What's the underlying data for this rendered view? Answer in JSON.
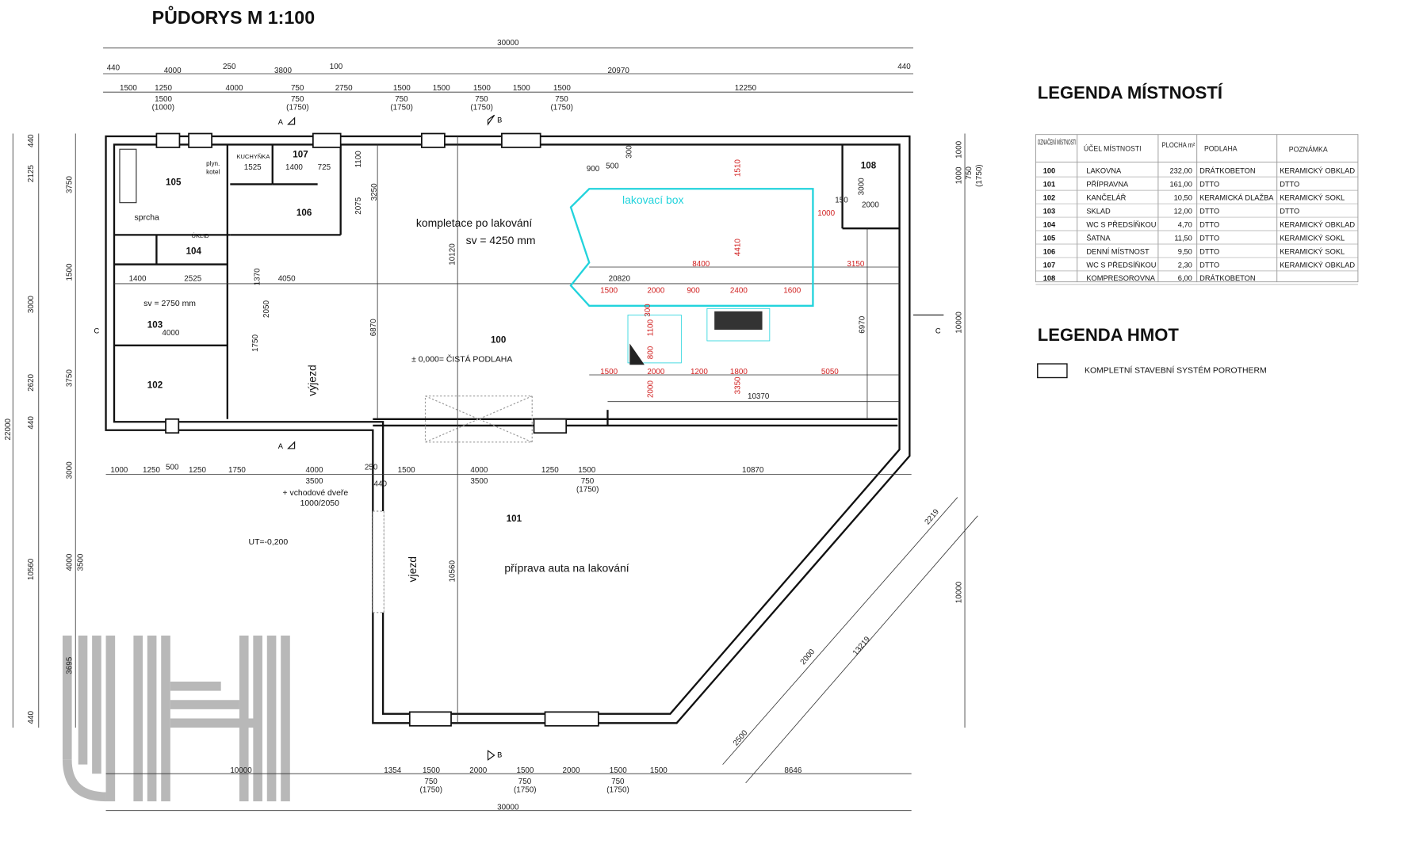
{
  "title": "PŮDORYS  M 1:100",
  "rooms": {
    "r100": "100",
    "r101": "101",
    "r102": "102",
    "r103": "103",
    "r104": "104",
    "r105": "105",
    "r106": "106",
    "r107": "107",
    "r108": "108",
    "kompletace": "kompletace po lakování",
    "sv100": "sv = 4250 mm",
    "sv103": "sv = 2750 mm",
    "lakovaci_box": "lakovací box",
    "cista_podlaha": "± 0,000= ČISTÁ PODLAHA",
    "vyjezd1": "výjezd",
    "vyjezd2": "vjezd",
    "priprava": "příprava auta na lakování",
    "ut": "UT=-0,200",
    "vchodove": "+ vchodové dveře",
    "vchodove_size": "1000/2050",
    "sprcha": "sprcha",
    "kuchynka": "KUCHYŇKA",
    "uklid": "ÚKLID",
    "plyn": "plyn.",
    "kotel": "kotel"
  },
  "dims": {
    "total_top": "30000",
    "total_bottom": "30000",
    "row1": [
      "440",
      "4000",
      "250",
      "3800",
      "100",
      "20970",
      "440"
    ],
    "row2": [
      "1500",
      "1250",
      "4000",
      "750",
      "2750",
      "1500",
      "1500",
      "1500",
      "1500",
      "1500",
      "12250"
    ],
    "row2_sub": [
      "1500",
      "(1000)",
      "750",
      "(1750)",
      "750",
      "(1750)",
      "750",
      "(1750)",
      "750",
      "(1750)"
    ],
    "mid": [
      "1000",
      "1250",
      "500",
      "1250",
      "1750",
      "4000",
      "3500",
      "250",
      "440",
      "1500",
      "4000",
      "3500",
      "1250",
      "1500",
      "750",
      "(1750)",
      "10870"
    ],
    "bottom": [
      "10000",
      "1354",
      "1500",
      "750",
      "(1750)",
      "2000",
      "1500",
      "750",
      "(1750)",
      "2000",
      "1500",
      "750",
      "(1750)",
      "1500",
      "8646"
    ],
    "left": [
      "22000",
      "440",
      "2125",
      "3750",
      "1500",
      "3000",
      "3750",
      "2620",
      "440",
      "3000",
      "10560",
      "4000",
      "3500",
      "3695",
      "440"
    ],
    "right": [
      "1000",
      "1000",
      "750",
      "(1750)",
      "10000",
      "10000"
    ],
    "red": [
      "1510",
      "4410",
      "8400",
      "3150",
      "1000",
      "1500",
      "2000",
      "900",
      "2400",
      "1600",
      "1500",
      "2000",
      "1200",
      "1800",
      "5050",
      "2000",
      "3350",
      "300",
      "1100",
      "800"
    ],
    "inner": [
      "20820",
      "10370",
      "10120",
      "6870",
      "6970",
      "4050",
      "900",
      "500",
      "300",
      "150",
      "2000",
      "3000",
      "1525",
      "1400",
      "725",
      "3250",
      "2075",
      "1100",
      "1370",
      "2050",
      "1750",
      "1400",
      "2525",
      "4000",
      "10560",
      "2219",
      "13219",
      "2500",
      "2000"
    ]
  },
  "legend_rooms": {
    "title": "LEGENDA  MÍSTNOSTÍ",
    "headers": [
      "OZNAČENÍ MÍSTNOSTI",
      "ÚČEL MÍSTNOSTI",
      "PLOCHA m²",
      "PODLAHA",
      "POZNÁMKA"
    ],
    "rows": [
      [
        "100",
        "LAKOVNA",
        "232,00",
        "DRÁTKOBETON",
        "KERAMICKÝ OBKLAD"
      ],
      [
        "101",
        "PŘÍPRAVNA",
        "161,00",
        "DTTO",
        "DTTO"
      ],
      [
        "102",
        "KANČELÁŘ",
        "10,50",
        "KERAMICKÁ DLAŽBA",
        "KERAMICKÝ SOKL"
      ],
      [
        "103",
        "SKLAD",
        "12,00",
        "DTTO",
        "DTTO"
      ],
      [
        "104",
        "WC S PŘEDSÍŇKOU",
        "4,70",
        "DTTO",
        "KERAMICKÝ OBKLAD"
      ],
      [
        "105",
        "ŠATNA",
        "11,50",
        "DTTO",
        "KERAMICKÝ SOKL"
      ],
      [
        "106",
        "DENNÍ MÍSTNOST",
        "9,50",
        "DTTO",
        "KERAMICKÝ SOKL"
      ],
      [
        "107",
        "WC S PŘEDSÍŇKOU",
        "2,30",
        "DTTO",
        "KERAMICKÝ OBKLAD"
      ],
      [
        "108",
        "KOMPRESOROVNA",
        "6,00",
        "DRÁTKOBETON",
        ""
      ]
    ]
  },
  "legend_materials": {
    "title": "LEGENDA  HMOT",
    "items": [
      "KOMPLETNÍ STAVEBNÍ SYSTÉM POROTHERM"
    ]
  },
  "section_marks": {
    "a": "A",
    "b": "B",
    "c": "C"
  },
  "logo_text": "JH",
  "colors": {
    "cyan": "#22d3dc",
    "red": "#d02020",
    "watermark": "#b5b5b5"
  }
}
